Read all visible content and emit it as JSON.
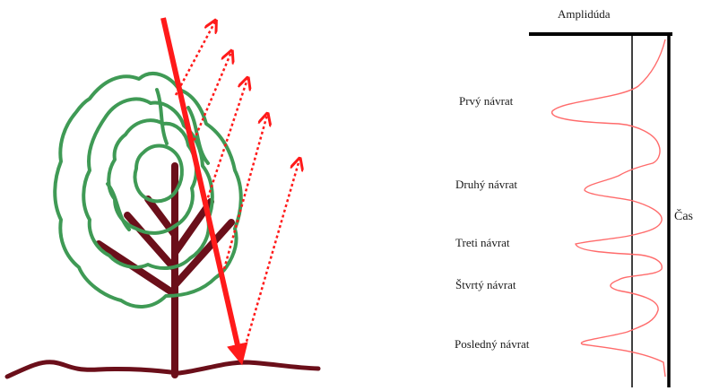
{
  "labels": {
    "amplitude": "Amplidúda",
    "time": "Čas",
    "returns": [
      "Prvý návrat",
      "Druhý návrat",
      "Treti návrat",
      "Štvrtý návrat",
      "Posledný návrat"
    ]
  },
  "colors": {
    "canopy": "#3f9a55",
    "trunk": "#6b0f1a",
    "ground": "#6b0f1a",
    "laser_pulse": "#ff1a1a",
    "waveform": "#ff6b6b",
    "axis": "#000000"
  }
}
